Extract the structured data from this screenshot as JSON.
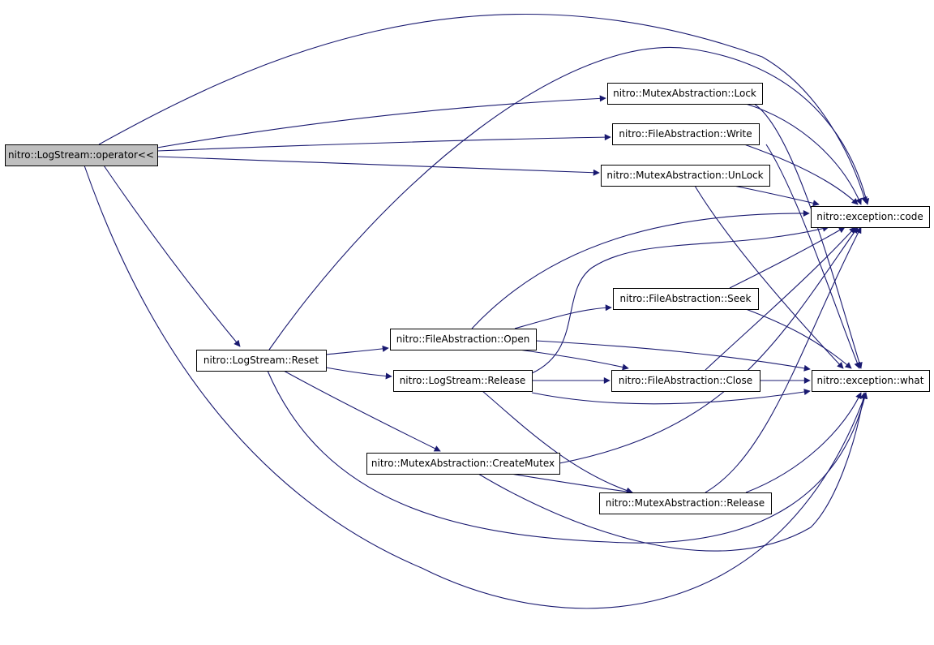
{
  "graph": {
    "edge_color": "#191970",
    "root_fill": "#bfbfbf",
    "node_fill": "#ffffff",
    "nodes": [
      {
        "id": "operator",
        "label": "nitro::LogStream::operator<<",
        "root": true
      },
      {
        "id": "lock",
        "label": "nitro::MutexAbstraction::Lock"
      },
      {
        "id": "write",
        "label": "nitro::FileAbstraction::Write"
      },
      {
        "id": "unlock",
        "label": "nitro::MutexAbstraction::UnLock"
      },
      {
        "id": "code",
        "label": "nitro::exception::code"
      },
      {
        "id": "seek",
        "label": "nitro::FileAbstraction::Seek"
      },
      {
        "id": "open",
        "label": "nitro::FileAbstraction::Open"
      },
      {
        "id": "reset",
        "label": "nitro::LogStream::Reset"
      },
      {
        "id": "release_ls",
        "label": "nitro::LogStream::Release"
      },
      {
        "id": "close",
        "label": "nitro::FileAbstraction::Close"
      },
      {
        "id": "what",
        "label": "nitro::exception::what"
      },
      {
        "id": "createmutex",
        "label": "nitro::MutexAbstraction::CreateMutex"
      },
      {
        "id": "release_mx",
        "label": "nitro::MutexAbstraction::Release"
      }
    ],
    "edges": [
      [
        "operator",
        "code"
      ],
      [
        "operator",
        "lock"
      ],
      [
        "operator",
        "write"
      ],
      [
        "operator",
        "unlock"
      ],
      [
        "operator",
        "reset"
      ],
      [
        "operator",
        "what"
      ],
      [
        "lock",
        "code"
      ],
      [
        "lock",
        "what"
      ],
      [
        "write",
        "code"
      ],
      [
        "write",
        "what"
      ],
      [
        "unlock",
        "code"
      ],
      [
        "unlock",
        "what"
      ],
      [
        "reset",
        "code"
      ],
      [
        "reset",
        "open"
      ],
      [
        "reset",
        "release_ls"
      ],
      [
        "reset",
        "createmutex"
      ],
      [
        "reset",
        "what"
      ],
      [
        "open",
        "code"
      ],
      [
        "open",
        "seek"
      ],
      [
        "open",
        "close"
      ],
      [
        "open",
        "what"
      ],
      [
        "release_ls",
        "code"
      ],
      [
        "release_ls",
        "close"
      ],
      [
        "release_ls",
        "release_mx"
      ],
      [
        "release_ls",
        "what"
      ],
      [
        "seek",
        "code"
      ],
      [
        "seek",
        "what"
      ],
      [
        "close",
        "code"
      ],
      [
        "close",
        "what"
      ],
      [
        "createmutex",
        "code"
      ],
      [
        "createmutex",
        "release_mx"
      ],
      [
        "createmutex",
        "what"
      ],
      [
        "release_mx",
        "code"
      ],
      [
        "release_mx",
        "what"
      ]
    ]
  }
}
